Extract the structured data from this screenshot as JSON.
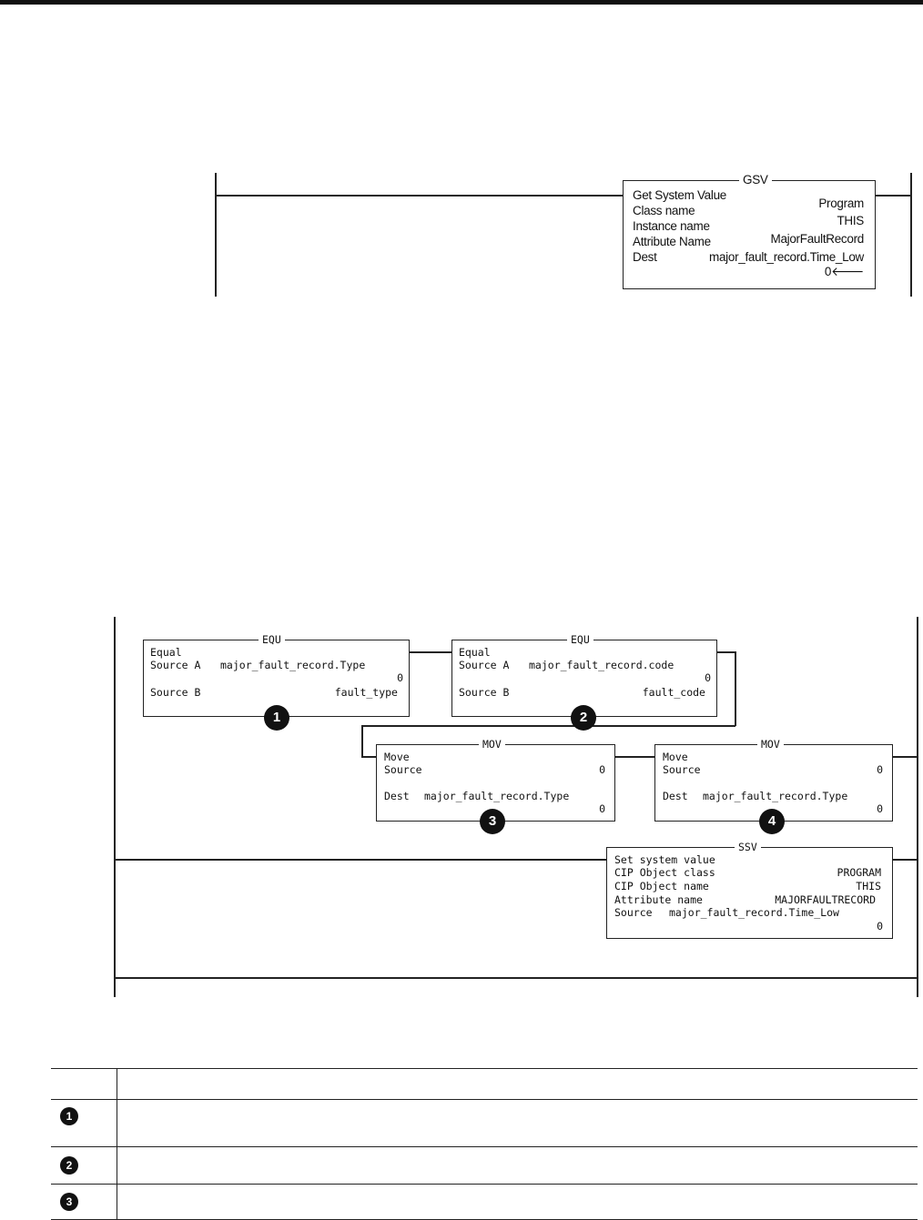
{
  "gsv": {
    "header": "GSV",
    "lines": [
      "Get System Value",
      "Class name",
      "Instance name",
      "Attribute Name",
      "Dest"
    ],
    "values": [
      "Program",
      "THIS",
      "MajorFaultRecord",
      "major_fault_record.Time_Low",
      "0"
    ]
  },
  "equ1": {
    "header": "EQU",
    "title": "Equal",
    "source_a_label": "Source A",
    "source_a": "major_fault_record.Type",
    "source_a_value": "0",
    "source_b_label": "Source B",
    "source_b": "fault_type",
    "badge": "1"
  },
  "equ2": {
    "header": "EQU",
    "title": "Equal",
    "source_a_label": "Source A",
    "source_a": "major_fault_record.code",
    "source_a_value": "0",
    "source_b_label": "Source B",
    "source_b": "fault_code",
    "badge": "2"
  },
  "mov1": {
    "header": "MOV",
    "title": "Move",
    "source_label": "Source",
    "source_value": "0",
    "dest_label": "Dest",
    "dest": "major_fault_record.Type",
    "dest_value": "0",
    "badge": "3"
  },
  "mov2": {
    "header": "MOV",
    "title": "Move",
    "source_label": "Source",
    "source_value": "0",
    "dest_label": "Dest",
    "dest": "major_fault_record.Type",
    "dest_value": "0",
    "badge": "4"
  },
  "ssv": {
    "header": "SSV",
    "lines": [
      "Set system value",
      "CIP Object class",
      "CIP Object name",
      "Attribute name",
      "Source"
    ],
    "class": "PROGRAM",
    "name": "THIS",
    "attribute": "MAJORFAULTRECORD",
    "source": "major_fault_record.Time_Low",
    "source_value": "0"
  },
  "legend": {
    "rows": [
      {
        "badge": "1",
        "text": ""
      },
      {
        "badge": "2",
        "text": ""
      },
      {
        "badge": "3",
        "text": ""
      }
    ]
  }
}
